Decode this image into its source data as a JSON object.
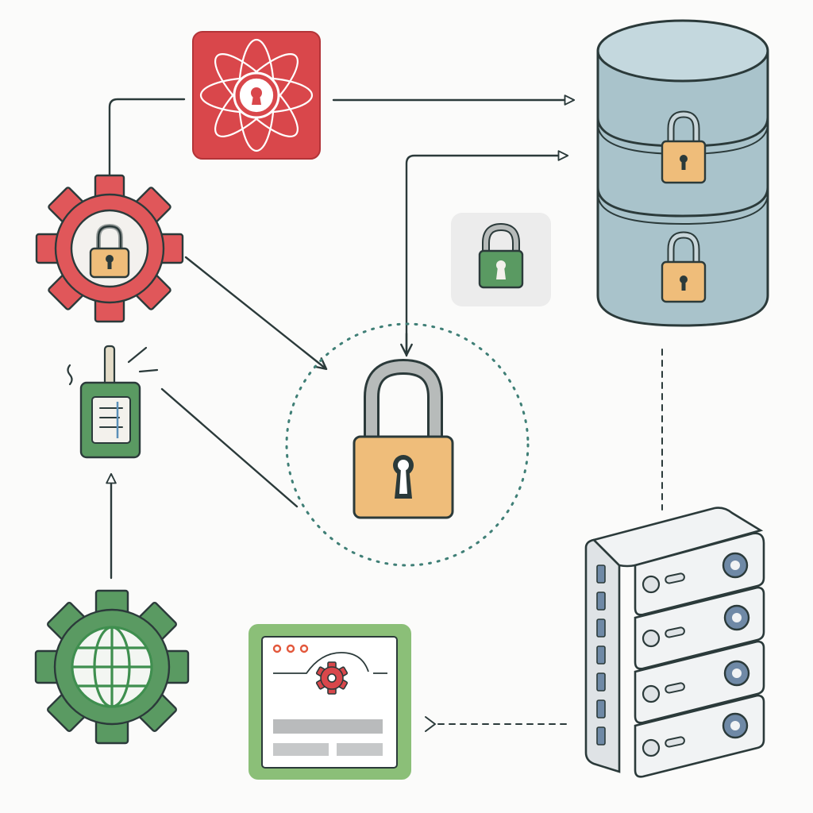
{
  "colors": {
    "background": "#fbfbfa",
    "outline": "#2b3a3a",
    "red": "#d9474b",
    "red_dark": "#c23a3e",
    "green": "#5a9a62",
    "green_dark": "#3f7f4a",
    "teal_dashed": "#3f7f76",
    "lock_gold": "#efbd7a",
    "lock_shackle": "#b7bbba",
    "db_blue": "#a9c3cb",
    "db_blue_light": "#c4d8de",
    "server_white": "#f1f3f4",
    "server_shade": "#dfe3e6",
    "badge_blue": "#6f89a6",
    "panel_grey": "#ececec",
    "window_green": "#8bbf78"
  },
  "nodes": [
    {
      "id": "encryption-key-tile",
      "icon": "keyhole-flower-icon"
    },
    {
      "id": "security-settings-gear",
      "icon": "padlock-icon"
    },
    {
      "id": "hardware-token",
      "icon": "key-fob-icon"
    },
    {
      "id": "network-gear",
      "icon": "globe-icon"
    },
    {
      "id": "central-padlock",
      "icon": "padlock-icon"
    },
    {
      "id": "small-green-lock",
      "icon": "padlock-icon"
    },
    {
      "id": "encrypted-database",
      "icon": "database-icon"
    },
    {
      "id": "server-rack",
      "icon": "server-icon"
    },
    {
      "id": "config-window",
      "icon": "browser-window-icon"
    }
  ],
  "connections": [
    {
      "from": "security-settings-gear",
      "to": "encryption-key-tile",
      "style": "solid"
    },
    {
      "from": "encryption-key-tile",
      "to": "encrypted-database",
      "style": "solid-arrow"
    },
    {
      "from": "central-padlock",
      "to": "encrypted-database",
      "style": "solid-arrow"
    },
    {
      "from": "security-settings-gear",
      "to": "central-padlock",
      "style": "solid-arrow"
    },
    {
      "from": "hardware-token",
      "to": "central-padlock",
      "style": "solid"
    },
    {
      "from": "network-gear",
      "to": "hardware-token",
      "style": "solid-arrow"
    },
    {
      "from": "encrypted-database",
      "to": "server-rack",
      "style": "dashed"
    },
    {
      "from": "config-window",
      "to": "server-rack",
      "style": "dashed-arrow"
    }
  ]
}
